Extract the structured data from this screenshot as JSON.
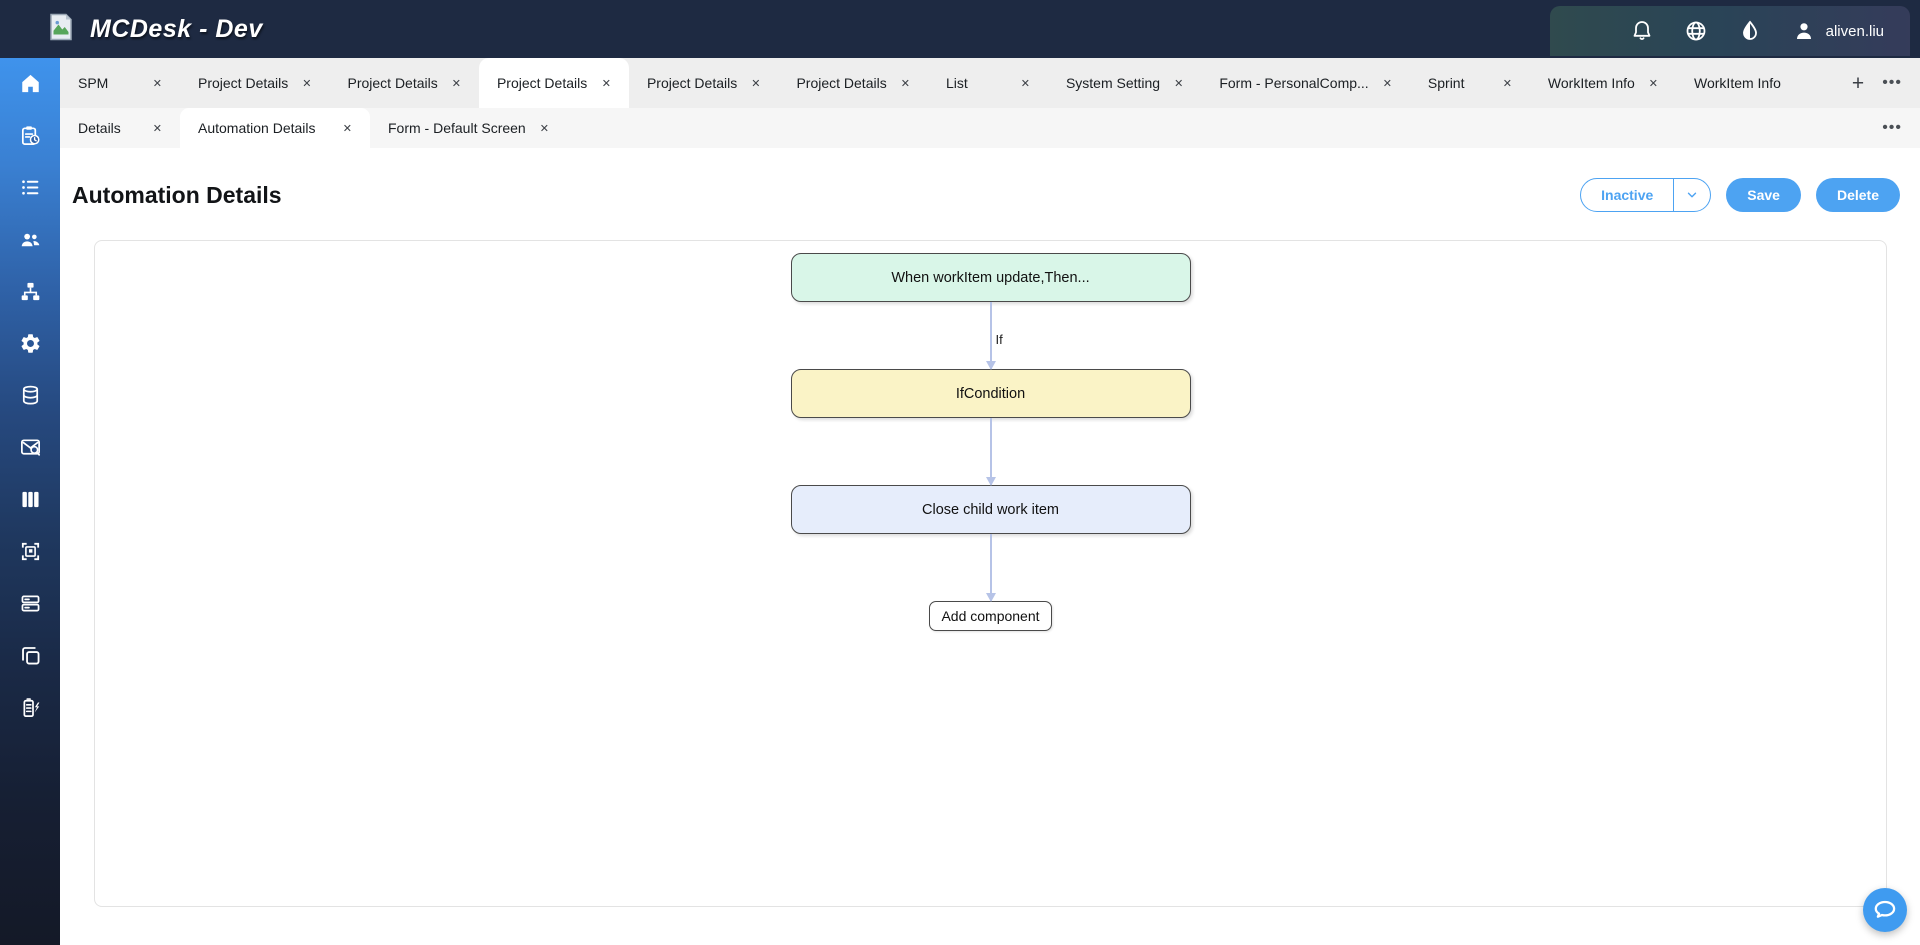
{
  "header": {
    "app_title": "MCDesk - Dev",
    "user_name": "aliven.liu"
  },
  "tabs": {
    "close_glyph": "✕",
    "add_glyph": "+",
    "more_glyph": "•••",
    "row1": [
      {
        "label": "SPM"
      },
      {
        "label": "Project Details"
      },
      {
        "label": "Project Details"
      },
      {
        "label": "Project Details"
      },
      {
        "label": "Project Details"
      },
      {
        "label": "Project Details"
      },
      {
        "label": "List"
      },
      {
        "label": "System Setting"
      },
      {
        "label": "Form - PersonalComp..."
      },
      {
        "label": "Sprint"
      },
      {
        "label": "WorkItem Info"
      },
      {
        "label": "WorkItem Info"
      }
    ],
    "row1_active_index": 3,
    "row2": [
      {
        "label": "Details"
      },
      {
        "label": "Automation Details"
      },
      {
        "label": "Form - Default Screen"
      }
    ],
    "row2_active_index": 1
  },
  "page": {
    "title": "Automation Details",
    "status_button": "Inactive",
    "save_button": "Save",
    "delete_button": "Delete"
  },
  "flow": {
    "trigger_node": "When workItem update,Then...",
    "condition_node": "IfCondition",
    "action_node": "Close child work item",
    "add_component": "Add component",
    "edge_label_if": "If"
  },
  "sidebar_icons": [
    "home",
    "project-clipboard",
    "list",
    "team",
    "org-structure",
    "settings-gear",
    "database",
    "mail-search",
    "kanban-board",
    "screen-frame",
    "server",
    "copy",
    "battery-power"
  ],
  "colors": {
    "accent_blue": "#4da3f2",
    "header_bg": "#1e2a42",
    "trigger_node_bg": "#d9f6e8",
    "condition_node_bg": "#faf3c6",
    "action_node_bg": "#e6edfb",
    "arrow": "#b6c3e7"
  }
}
